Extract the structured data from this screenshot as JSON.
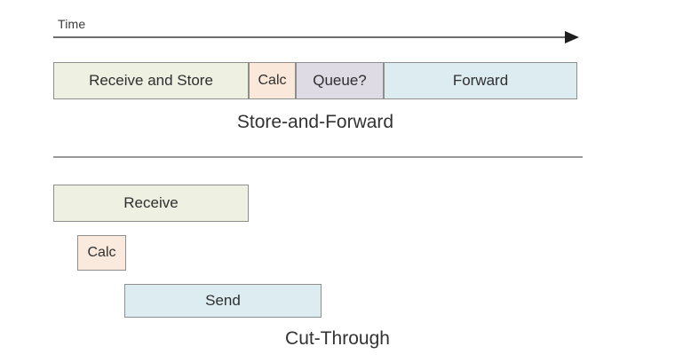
{
  "diagram": {
    "axis": {
      "label": "Time",
      "icon": "arrow-right-icon"
    },
    "sections": [
      {
        "id": "store-and-forward",
        "caption": "Store-and-Forward",
        "stages": [
          {
            "label": "Receive and Store",
            "color": "#eef0e2"
          },
          {
            "label": "Calc",
            "color": "#fae8db"
          },
          {
            "label": "Queue?",
            "color": "#dedbe5"
          },
          {
            "label": "Forward",
            "color": "#dcecf1"
          }
        ]
      },
      {
        "id": "cut-through",
        "caption": "Cut-Through",
        "stages": [
          {
            "label": "Receive",
            "color": "#eef0e2"
          },
          {
            "label": "Calc",
            "color": "#faeade"
          },
          {
            "label": "Send",
            "color": "#dcecf1"
          }
        ]
      }
    ],
    "colors": {
      "receive_green": "#eef0e2",
      "calc_peach": "#fae8db",
      "queue_lavender": "#dedbe5",
      "forward_blue": "#dcecf1",
      "box_border": "#8d8f8d",
      "divider": "#9a9a9a",
      "axis": "#6e6e6e",
      "text": "#2f2f2f",
      "background": "#ffffff"
    }
  }
}
